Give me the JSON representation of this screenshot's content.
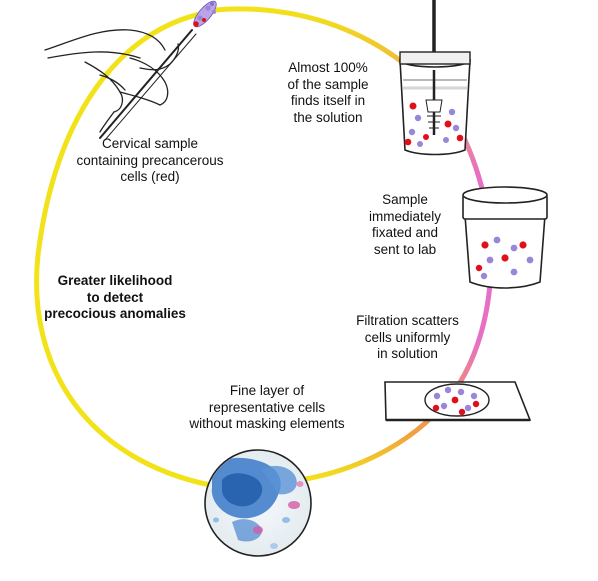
{
  "labels": {
    "cervical_sample": [
      "Cervical sample",
      "containing precancerous",
      "cells (red)"
    ],
    "almost_100": [
      "Almost 100%",
      "of the sample",
      "finds itself in",
      "the solution"
    ],
    "fixated": [
      "Sample",
      "immediately",
      "fixated and",
      "sent to lab"
    ],
    "filtration": [
      "Filtration scatters",
      "cells uniformly",
      "in solution"
    ],
    "fine_layer": [
      "Fine layer of",
      "representative cells",
      "without masking elements"
    ],
    "greater_likelihood": [
      "Greater likelihood",
      "to detect",
      "precocious anomalies"
    ]
  },
  "colors": {
    "cycle_yellow": "#f2e21a",
    "cycle_pink": "#e66bc8",
    "cell_red": "#e0101a",
    "cell_purple": "#9a86d8",
    "stain_blue": "#3a78c8",
    "stain_pink": "#d65aa8"
  }
}
